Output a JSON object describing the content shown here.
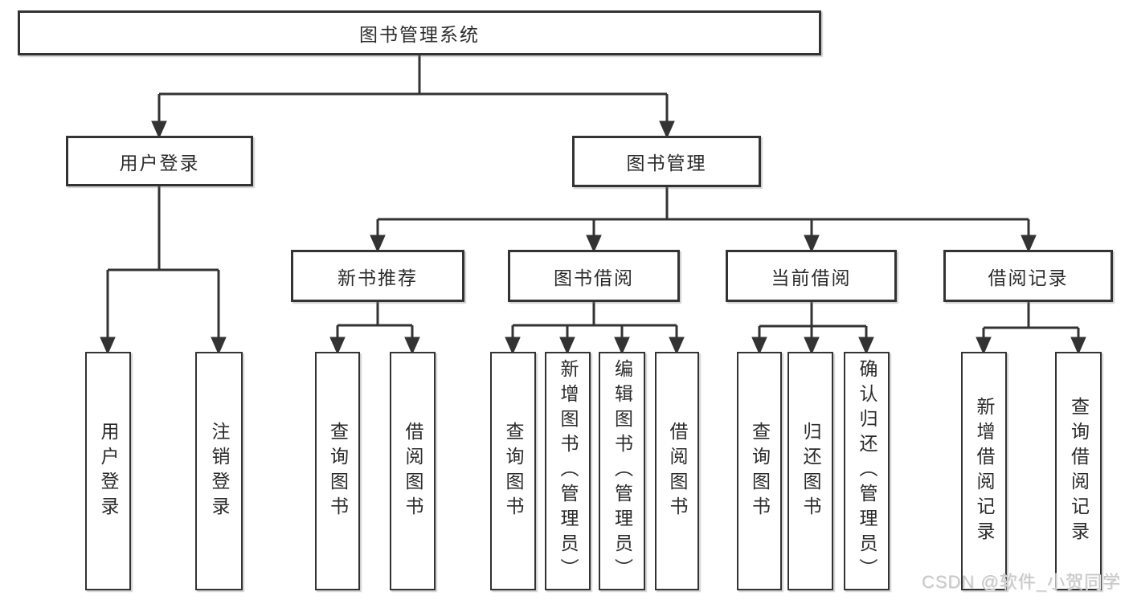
{
  "tree": {
    "root": {
      "label": "图书管理系统"
    },
    "children": [
      {
        "label": "用户登录",
        "children": [
          {
            "label": "用户登录"
          },
          {
            "label": "注销登录"
          }
        ]
      },
      {
        "label": "图书管理",
        "children": [
          {
            "label": "新书推荐",
            "children": [
              {
                "label": "查询图书"
              },
              {
                "label": "借阅图书"
              }
            ]
          },
          {
            "label": "图书借阅",
            "children": [
              {
                "label": "查询图书"
              },
              {
                "label": "新增图书（管理员）"
              },
              {
                "label": "编辑图书（管理员）"
              },
              {
                "label": "借阅图书"
              }
            ]
          },
          {
            "label": "当前借阅",
            "children": [
              {
                "label": "查询图书"
              },
              {
                "label": "归还图书"
              },
              {
                "label": "确认归还（管理员）"
              }
            ]
          },
          {
            "label": "借阅记录",
            "children": [
              {
                "label": "新增借阅记录"
              },
              {
                "label": "查询借阅记录"
              }
            ]
          }
        ]
      }
    ]
  },
  "watermark": {
    "text": "CSDN @软件_小贺同学"
  },
  "colors": {
    "line": "#333333",
    "text": "#2b2b2b",
    "watermark": "#c8c8c8",
    "background": "#ffffff"
  }
}
